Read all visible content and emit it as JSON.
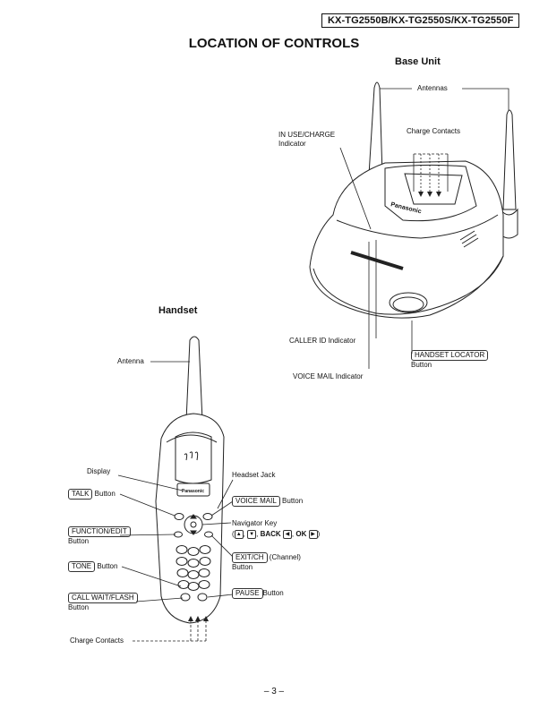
{
  "header": {
    "model": "KX-TG2550B/KX-TG2550S/KX-TG2550F"
  },
  "title": "LOCATION OF CONTROLS",
  "base_unit": {
    "heading": "Base Unit",
    "antennas": "Antennas",
    "charge_contacts": "Charge Contacts",
    "in_use_line1": "IN USE/CHARGE",
    "in_use_line2": "Indicator",
    "caller_id": "CALLER ID Indicator",
    "voice_mail": "VOICE MAIL Indicator",
    "handset_locator": "HANDSET LOCATOR",
    "button_word": "Button",
    "brand": "Panasonic"
  },
  "handset": {
    "heading": "Handset",
    "antenna": "Antenna",
    "display": "Display",
    "headset_jack": "Headset Jack",
    "talk": "TALK",
    "voice_mail": "VOICE MAIL",
    "function_edit": "FUNCTION/EDIT",
    "navigator_key": "Navigator Key",
    "nav_back": "BACK",
    "nav_ok": "OK",
    "exit_ch": "EXIT/CH",
    "channel": "(Channel)",
    "tone": "TONE",
    "pause": "PAUSE",
    "call_wait": "CALL WAIT/FLASH",
    "charge_contacts": "Charge Contacts",
    "button_word": "Button",
    "brand": "Panasonic"
  },
  "footer": {
    "page": "– 3 –"
  }
}
